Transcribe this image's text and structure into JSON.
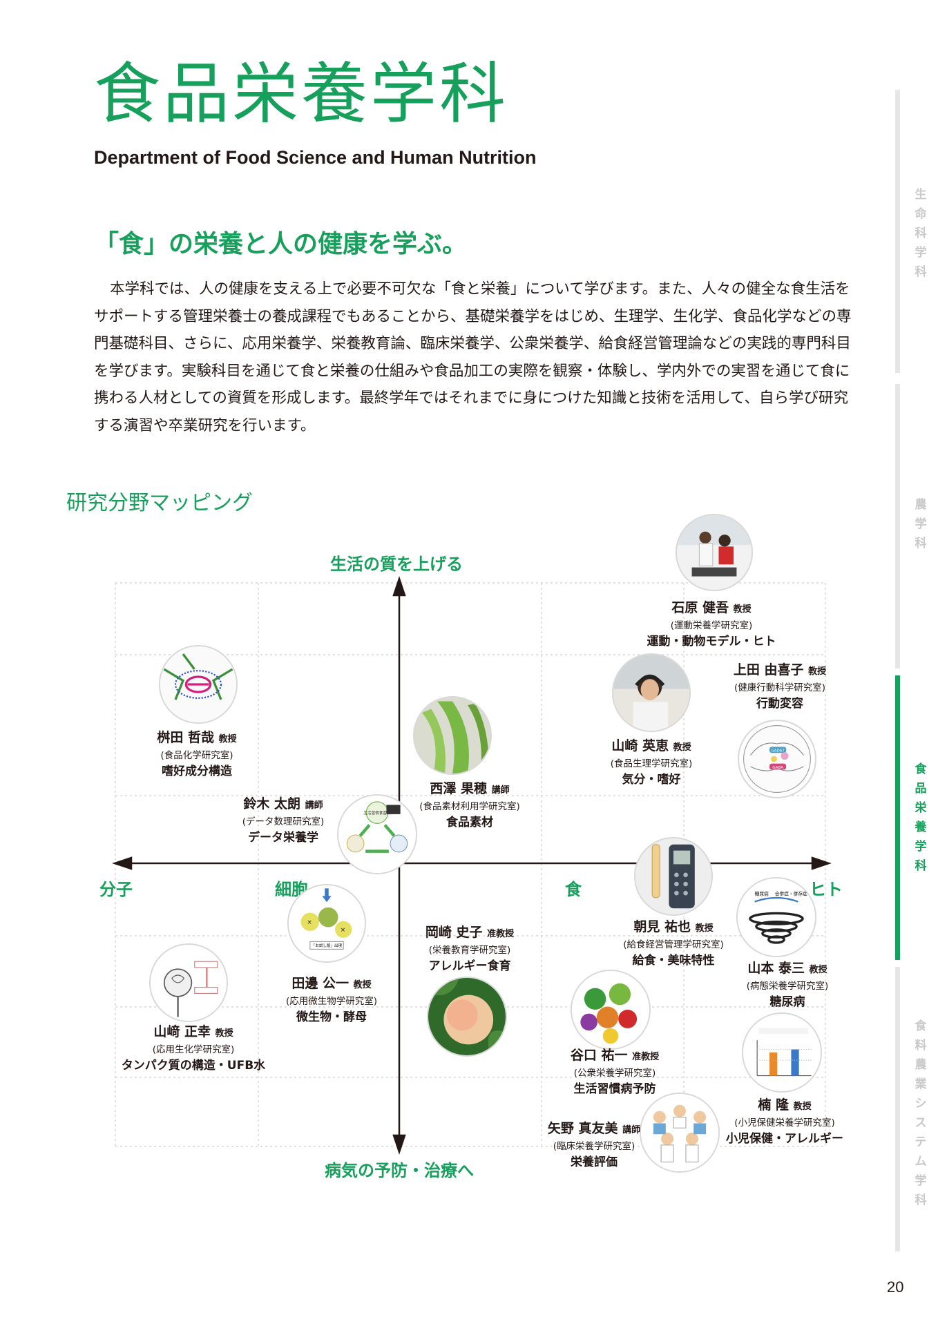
{
  "header": {
    "title": "食品栄養学科",
    "title_en": "Department of Food Science and Human Nutrition"
  },
  "catchphrase": "「食」の栄養と人の健康を学ぶ。",
  "intro": "本学科では、人の健康を支える上で必要不可欠な「食と栄養」について学びます。また、人々の健全な食生活をサポートする管理栄養士の養成課程でもあることから、基礎栄養学をはじめ、生理学、生化学、食品化学などの専門基礎科目、さらに、応用栄養学、栄養教育論、臨床栄養学、公衆栄養学、給食経営管理論などの実践的専門科目を学びます。実験科目を通じて食と栄養の仕組みや食品加工の実際を観察・体験し、学内外での実習を通じて食に携わる人材としての資質を形成します。最終学年ではそれまでに身につけた知識と技術を活用して、自ら学び研究する演習や卒業研究を行います。",
  "map": {
    "heading": "研究分野マッピング",
    "axis_top": "生活の質を上げる",
    "axis_bottom": "病気の予防・治療へ",
    "axis_left": "分子",
    "axis_right": "ヒト",
    "axis_mid_left": "細胞",
    "axis_mid_right": "食",
    "researchers": [
      {
        "id": "ishihara",
        "name": "石原 健吾",
        "rank": "教授",
        "lab": "(運動栄養学研究室)",
        "field": "運動・動物モデル・ヒト"
      },
      {
        "id": "ueda",
        "name": "上田 由喜子",
        "rank": "教授",
        "lab": "(健康行動科学研究室)",
        "field": "行動変容"
      },
      {
        "id": "masuda",
        "name": "桝田 哲哉",
        "rank": "教授",
        "lab": "(食品化学研究室)",
        "field": "嗜好成分構造"
      },
      {
        "id": "yamazaki_h",
        "name": "山崎 英恵",
        "rank": "教授",
        "lab": "(食品生理学研究室)",
        "field": "気分・嗜好"
      },
      {
        "id": "nishizawa",
        "name": "西澤 果穂",
        "rank": "講師",
        "lab": "(食品素材利用学研究室)",
        "field": "食品素材"
      },
      {
        "id": "suzuki",
        "name": "鈴木 太朗",
        "rank": "講師",
        "lab": "(データ数理研究室)",
        "field": "データ栄養学"
      },
      {
        "id": "asami",
        "name": "朝見 祐也",
        "rank": "教授",
        "lab": "(給食経営管理学研究室)",
        "field": "給食・美味特性"
      },
      {
        "id": "okazaki",
        "name": "岡崎 史子",
        "rank": "准教授",
        "lab": "(栄養教育学研究室)",
        "field": "アレルギー食育"
      },
      {
        "id": "yamamoto",
        "name": "山本 泰三",
        "rank": "教授",
        "lab": "(病態栄養学研究室)",
        "field": "糖尿病"
      },
      {
        "id": "tanabe",
        "name": "田邊 公一",
        "rank": "教授",
        "lab": "(応用微生物学研究室)",
        "field": "微生物・酵母"
      },
      {
        "id": "yamazaki_m",
        "name": "山﨑 正幸",
        "rank": "教授",
        "lab": "(応用生化学研究室)",
        "field": "タンパク質の構造・UFB水"
      },
      {
        "id": "taniguchi",
        "name": "谷口 祐一",
        "rank": "准教授",
        "lab": "(公衆栄養学研究室)",
        "field": "生活習慣病予防"
      },
      {
        "id": "kusunoki",
        "name": "楠 隆",
        "rank": "教授",
        "lab": "(小児保健栄養学研究室)",
        "field": "小児保健・アレルギー"
      },
      {
        "id": "yano",
        "name": "矢野 真友美",
        "rank": "講師",
        "lab": "(臨床栄養学研究室)",
        "field": "栄養評価"
      }
    ],
    "photo_texts": {
      "suzuki_1": "生活習慣食習慣",
      "tanabe_1": "「お試し版」出現",
      "yamamoto_1": "糖尿病",
      "yamamoto_2": "合併症・併存症",
      "ueda_1": "GAD67",
      "ueda_2": "GABA"
    }
  },
  "side_index": [
    {
      "label": "生命科学科",
      "active": false
    },
    {
      "label": "農学科",
      "active": false
    },
    {
      "label": "食品栄養学科",
      "active": true
    },
    {
      "label": "食料農業システム学科",
      "active": false
    }
  ],
  "page_number": "20",
  "colors": {
    "accent": "#16a05c",
    "text": "#231815",
    "grid": "#cfcfcf",
    "inactive": "#d9d9d9"
  }
}
